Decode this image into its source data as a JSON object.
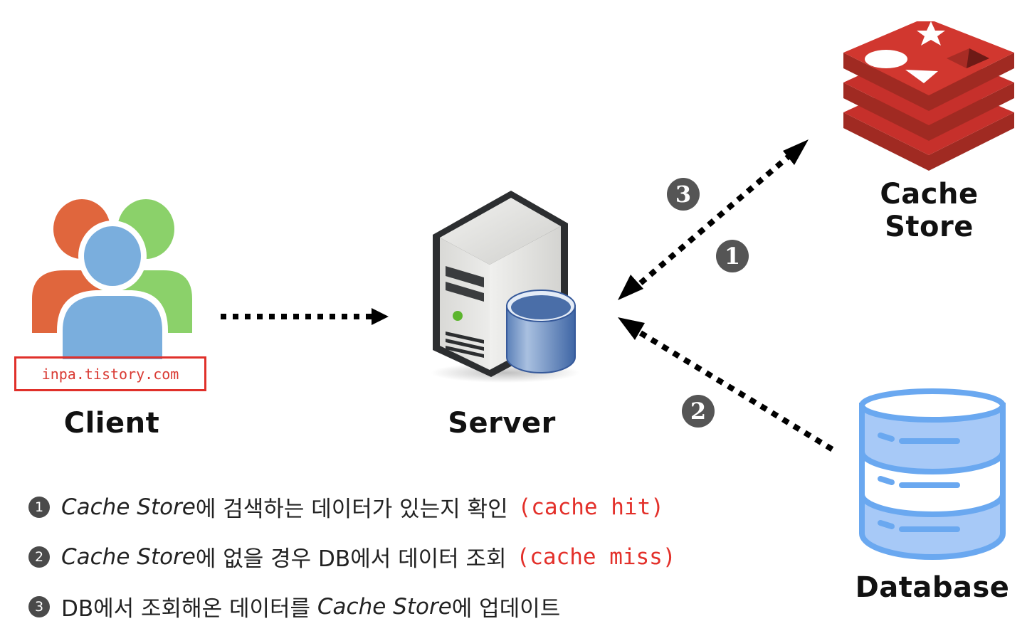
{
  "nodes": {
    "client": {
      "label": "Client",
      "watermark": "inpa.tistory.com"
    },
    "server": {
      "label": "Server"
    },
    "cache_store": {
      "label": "Cache Store"
    },
    "database": {
      "label": "Database"
    }
  },
  "arrow_badges": {
    "step1": "1",
    "step2": "2",
    "step3": "3"
  },
  "edges": [
    {
      "from": "client",
      "to": "server",
      "style": "dotted",
      "direction": "forward"
    },
    {
      "from": "cache_store",
      "to": "server",
      "style": "dotted",
      "direction": "both",
      "steps": [
        "1",
        "3"
      ]
    },
    {
      "from": "database",
      "to": "server",
      "style": "dotted",
      "direction": "forward",
      "steps": [
        "2"
      ]
    }
  ],
  "legend": [
    {
      "num": "1",
      "en": "Cache Store",
      "text": "에 검색하는 데이터가 있는지 확인",
      "highlight": "(cache hit)"
    },
    {
      "num": "2",
      "en": "Cache Store",
      "text": "에 없을 경우 DB에서 데이터 조회",
      "highlight": "(cache miss)"
    },
    {
      "num": "3",
      "pre": "DB에서 조회해온 데이터를 ",
      "en": "Cache Store",
      "text": "에 업데이트",
      "highlight": ""
    }
  ],
  "colors": {
    "highlight": "#e3302a",
    "redis_red": "#c6302b",
    "db_blue": "#6aa8f0",
    "client_orange": "#e0663d",
    "client_green": "#8bd16a",
    "client_blue": "#7aaedd"
  }
}
